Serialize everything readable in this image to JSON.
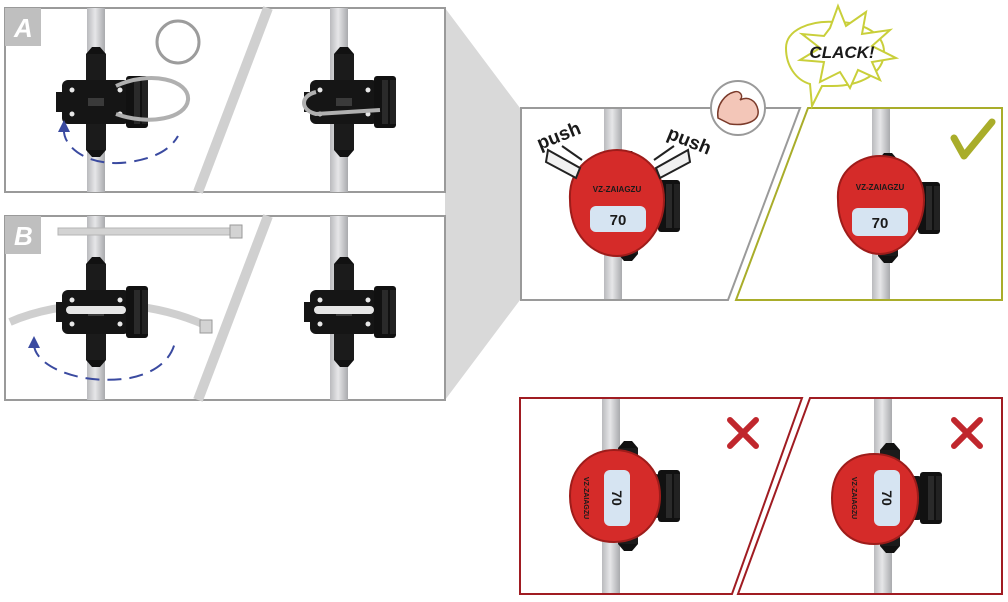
{
  "panels": {
    "a_label": "A",
    "b_label": "B"
  },
  "actions": {
    "push_left": "push",
    "push_right": "push",
    "clack": "CLACK!"
  },
  "device": {
    "brand": "VZ-ZAIAGZU",
    "number": "70"
  },
  "colors": {
    "panel_border": "#9a9a9a",
    "ok_border": "#a9ad2a",
    "wrong_border": "#a01c22",
    "device_red": "#d52b29",
    "arrow_blue": "#3a4aa0",
    "pole": "#c8c8cc"
  },
  "icons": {
    "ok": "checkmark-icon",
    "wrong": "cross-icon",
    "strength": "flexed-arm-icon"
  }
}
